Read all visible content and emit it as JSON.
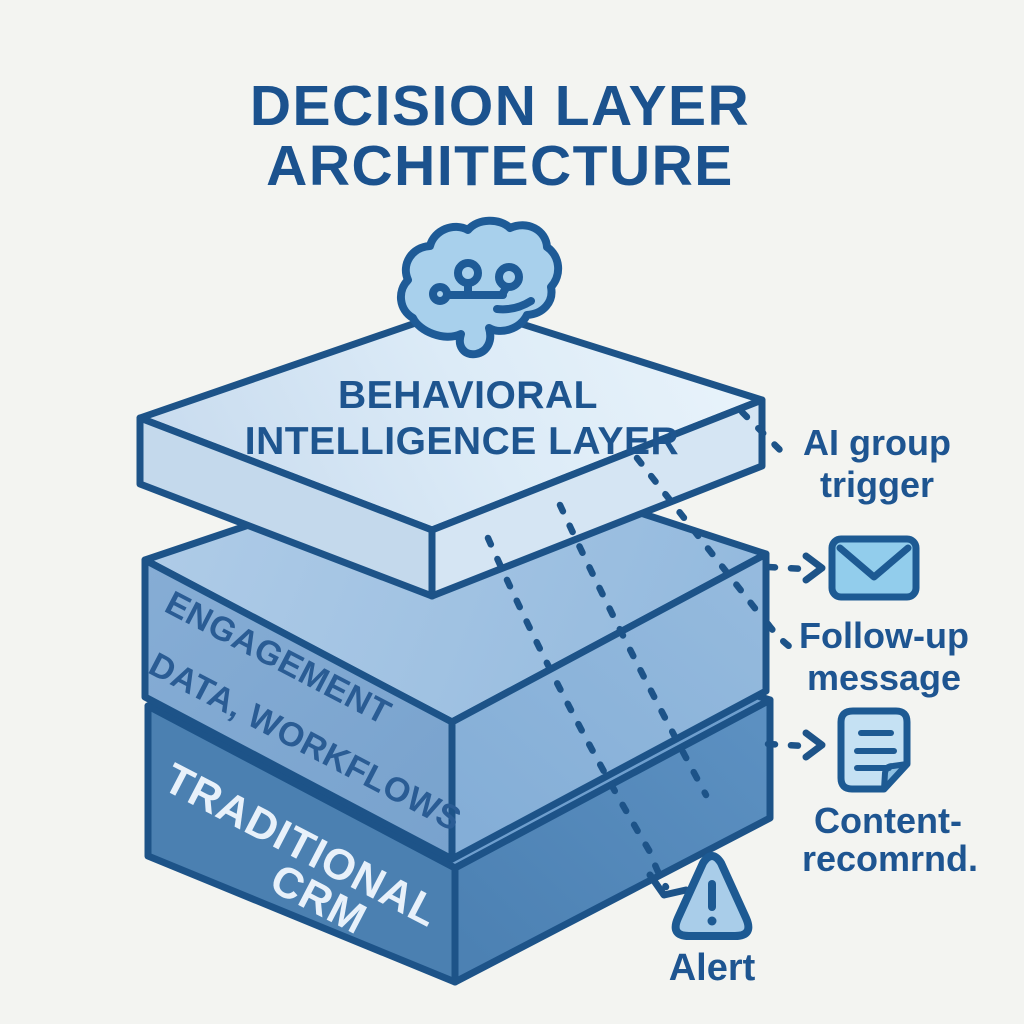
{
  "title": {
    "line1": "DECISION LAYER",
    "line2": "ARCHITECTURE"
  },
  "stack": {
    "top_layer": {
      "line1": "BEHAVIORAL",
      "line2": "INTELLIGENCE LAYER"
    },
    "middle_layer": {
      "line1": "ENGAGEMENT",
      "line2": "DATA, WORKFLOWS"
    },
    "bottom_layer": {
      "line1": "TRADITIONAL",
      "line2": "CRM"
    }
  },
  "annotations": {
    "ai_group_trigger": {
      "line1": "AI group",
      "line2": "trigger"
    },
    "follow_up": {
      "line1": "Follow-up",
      "line2": "message",
      "icon": "envelope-icon"
    },
    "content_recommend": {
      "line1": "Content-",
      "line2": "recomrnd.",
      "icon": "document-icon"
    },
    "alert": {
      "label": "Alert",
      "icon": "warning-triangle-icon"
    }
  },
  "decoration_icons": {
    "brain": "brain-circuit-icon"
  },
  "colors": {
    "background": "#f3f4f1",
    "outline": "#1d5388",
    "title_text": "#1b528e",
    "side_label_text": "#1e5591",
    "top_layer_face": "#d9e9f6",
    "middle_layer_face": "#7fa9d2",
    "bottom_layer_face": "#4b80b2",
    "bottom_layer_text": "#e8f1fa",
    "icon_fill": "#9bd0ee"
  }
}
